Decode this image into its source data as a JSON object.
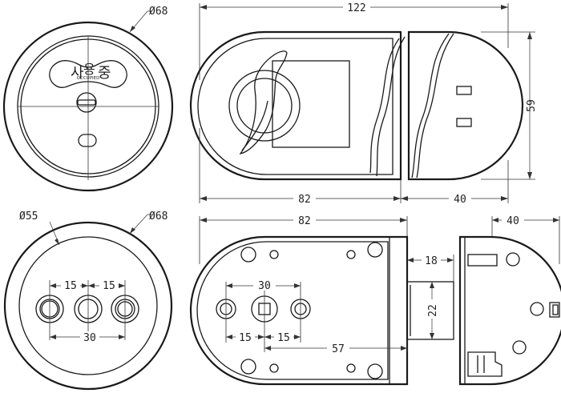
{
  "front_view": {
    "indicator_chars": [
      "사",
      "용",
      "중"
    ],
    "occupied_label": "OCCUPIED"
  },
  "dims": {
    "outer_diameter_top": "Ø68",
    "outer_diameter_bottom": "Ø68",
    "inner_diameter": "Ø55",
    "hole_spacing_left": "15",
    "hole_spacing_right": "15",
    "hole_span": "30",
    "total_length": "122",
    "height": "59",
    "body_length_top": "82",
    "strike_length_top": "40",
    "body_length_bottom": "82",
    "strike_length_bottom": "40",
    "interior_hole_span": "30",
    "interior_spacing_left": "15",
    "interior_spacing_right": "15",
    "center_to_face": "57",
    "bolt_throw": "18",
    "bolt_height": "22"
  }
}
